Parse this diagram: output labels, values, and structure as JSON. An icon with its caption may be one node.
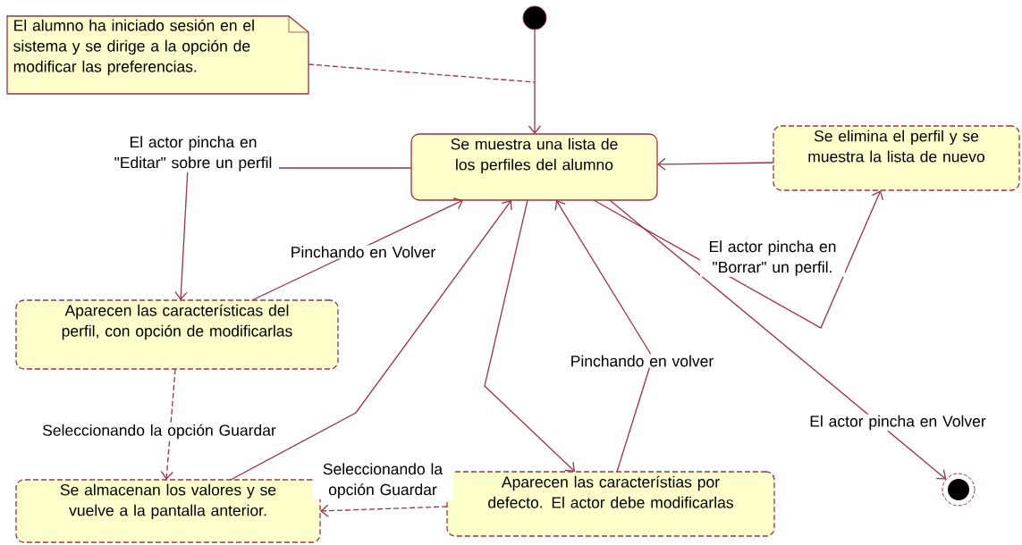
{
  "diagram": {
    "nodes": [
      {
        "text": [
          "El alumno ha iniciado sesión en el sistema y se dirige a la opción de modificar las preferencias."
        ]
      },
      {
        "text": [],
        "shape": "circle"
      },
      {
        "text": [
          "Se muestra una lista de los perfiles del alumno"
        ]
      },
      {
        "text": [
          "Se elimina el perfil y se muestra la lista de nuevo"
        ]
      },
      {
        "text": [
          "Aparecen las características del perfil, con opción de modificarlas"
        ]
      },
      {
        "text": [
          "Se almacenan los valores y se vuelve a la pantalla anterior."
        ]
      },
      {
        "text": [
          "Aparecen las característias por defecto. El actor debe modificarlas"
        ]
      },
      {
        "text": [],
        "shape": "circle"
      }
    ],
    "edges": [
      {
        "from": 0,
        "to": null,
        "arrow": "none",
        "style": "dashed"
      },
      {
        "from": 1,
        "to": 2,
        "arrow": "to"
      },
      {
        "from": 2,
        "to": 4,
        "arrow": "to",
        "label": "El actor pincha en \"Editar\" sobre un perfil"
      },
      {
        "from": 4,
        "to": 2,
        "arrow": "to",
        "label": "Pinchando en Volver"
      },
      {
        "from": 4,
        "to": 5,
        "arrow": "to",
        "label": "Seleccionando la opción Guardar",
        "style": "dashed"
      },
      {
        "from": 5,
        "to": 2,
        "arrow": "to"
      },
      {
        "from": 2,
        "to": 6,
        "arrow": "to"
      },
      {
        "from": 6,
        "to": 2,
        "arrow": "to",
        "label": "Pinchando en volver"
      },
      {
        "from": 2,
        "to": 3,
        "arrow": "to",
        "label": "El actor pincha en \"Borrar\" un perfil."
      },
      {
        "from": 3,
        "to": 2,
        "arrow": "to"
      },
      {
        "from": 2,
        "to": 7,
        "arrow": "to",
        "label": "El actor pincha en Volver"
      },
      {
        "from": 6,
        "to": 5,
        "arrow": "to",
        "label": "Seleccionando la opción Guardar",
        "style": "dashed"
      }
    ]
  }
}
